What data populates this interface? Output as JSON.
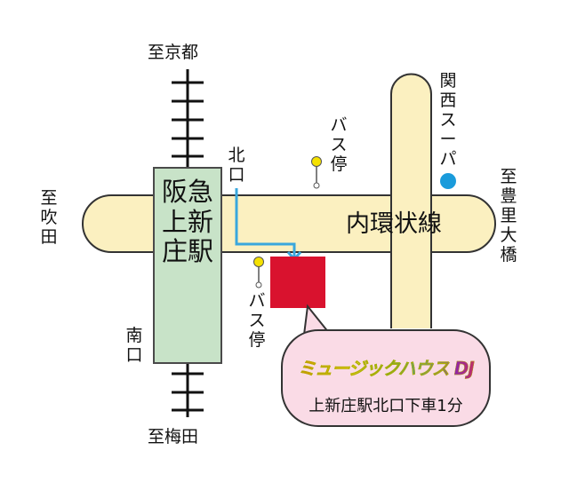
{
  "map": {
    "station_name": "阪急上新庄駅",
    "road_name": "内環状線",
    "north_exit": "北口",
    "south_exit": "南口",
    "bus_stop_1": "バス停",
    "bus_stop_2": "バス停",
    "to_kyoto": "至京都",
    "to_umeda": "至梅田",
    "to_suita": "至吹田",
    "to_toyosato": "至豊里大橋",
    "supermarket": "関西スーパ",
    "road_color": "#fbf0c0",
    "route_color": "#3aa7dd",
    "destination_color": "#d9122e",
    "supermarket_color": "#1a9bdb"
  },
  "callout": {
    "shop_name": "ミュージックハウス DJ",
    "access": "上新庄駅北口下車1分"
  }
}
